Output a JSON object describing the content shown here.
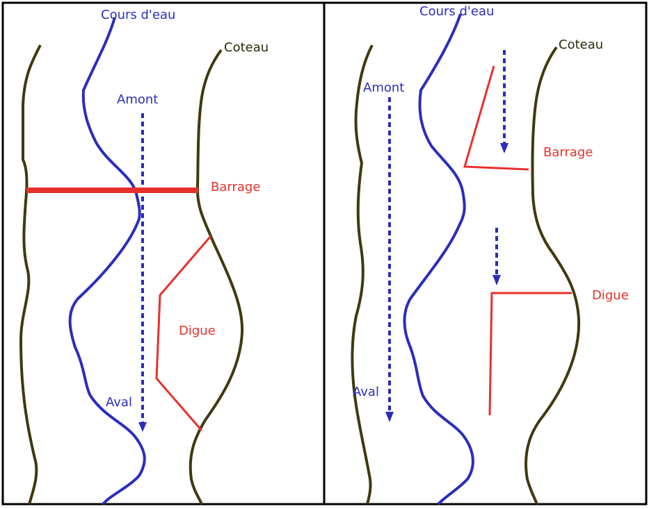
{
  "colors": {
    "river": "#2b2dbd",
    "hillside": "#3f3a0e",
    "structure": "#e8302b",
    "frame": "#000000"
  },
  "left_panel": {
    "river_label": "Cours d'eau",
    "hillside_label": "Coteau",
    "upstream_label": "Amont",
    "downstream_label": "Aval",
    "dam_label": "Barrage",
    "dike_label": "Digue"
  },
  "right_panel": {
    "river_label": "Cours d'eau",
    "hillside_label": "Coteau",
    "upstream_label": "Amont",
    "downstream_label": "Aval",
    "dam_label": "Barrage",
    "dike_label": "Digue"
  }
}
